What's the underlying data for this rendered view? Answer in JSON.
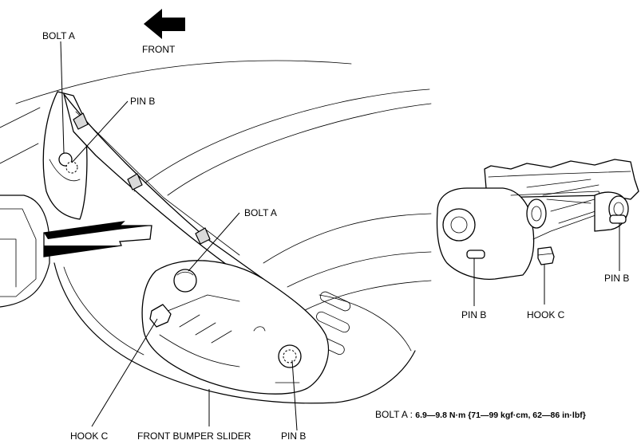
{
  "labels": {
    "front": "FRONT",
    "bolt_a_top": "BOLT A",
    "pin_b_top": "PIN B",
    "bolt_a_mid": "BOLT A",
    "hook_c_left": "HOOK C",
    "front_bumper_slider": "FRONT BUMPER SLIDER",
    "pin_b_bottom": "PIN B",
    "pin_b_detail_left": "PIN B",
    "hook_c_detail": "HOOK C",
    "pin_b_detail_right": "PIN B"
  },
  "torque_spec": {
    "prefix": "BOLT A : ",
    "value": "6.9—9.8 N·m {71—99 kgf·cm, 62—86 in·lbf}"
  },
  "icons": {
    "front_arrow": "arrow-left-icon",
    "install_arrow": "arrow-right-icon"
  }
}
